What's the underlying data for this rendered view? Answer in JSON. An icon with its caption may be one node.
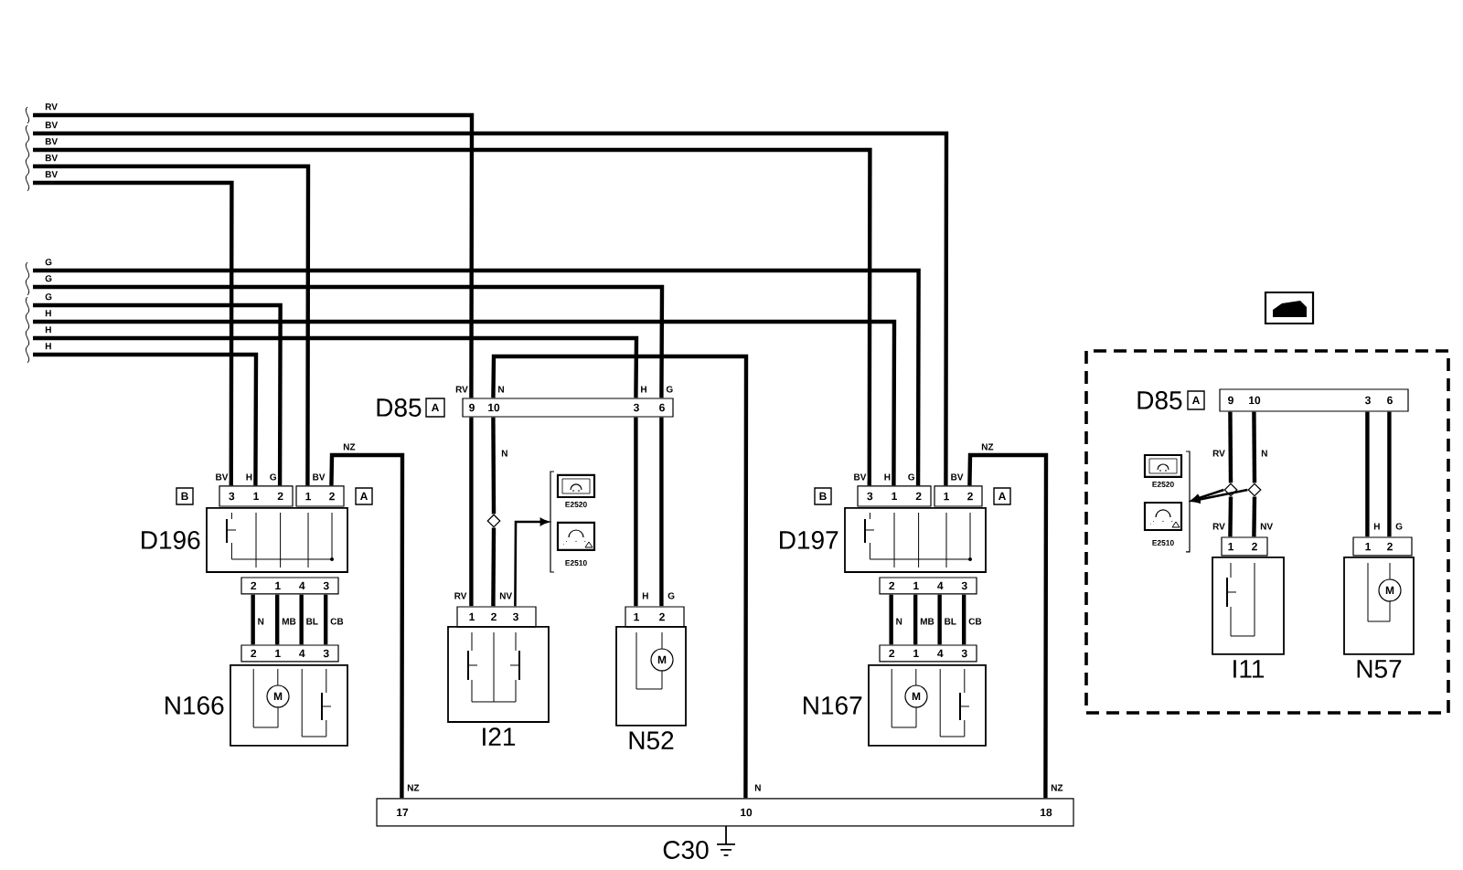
{
  "diagram": {
    "nodes": [
      {
        "text": [
          "B"
        ]
      },
      {
        "text": [
          "3",
          "1",
          "2"
        ]
      },
      {
        "text": [
          "1",
          "2"
        ]
      },
      {
        "text": [
          "A"
        ]
      },
      {
        "text": [
          "D196"
        ]
      },
      {
        "text": [
          "2",
          "1",
          "4",
          "3"
        ]
      },
      {
        "text": [
          "2",
          "1",
          "4",
          "3"
        ]
      },
      {
        "text": [
          "N166"
        ]
      },
      {
        "text": [
          "9",
          "10",
          "3",
          "6"
        ]
      },
      {
        "text": [
          "A"
        ],
        "beside": [
          "D85"
        ]
      },
      {
        "text": [],
        "shape": "diamond"
      },
      {
        "text": [
          "E2520",
          "E2510"
        ]
      },
      {
        "text": [
          "1",
          "2",
          "3"
        ]
      },
      {
        "text": [
          "I21"
        ]
      },
      {
        "text": [
          "1",
          "2"
        ]
      },
      {
        "text": [
          "N52"
        ]
      },
      {
        "text": [
          "B"
        ]
      },
      {
        "text": [
          "3",
          "1",
          "2"
        ]
      },
      {
        "text": [
          "1",
          "2"
        ]
      },
      {
        "text": [
          "A"
        ]
      },
      {
        "text": [
          "D197"
        ]
      },
      {
        "text": [
          "2",
          "1",
          "4",
          "3"
        ]
      },
      {
        "text": [
          "2",
          "1",
          "4",
          "3"
        ]
      },
      {
        "text": [
          "N167"
        ]
      },
      {
        "text": [
          "17",
          "10",
          "18"
        ],
        "beside": [
          "C30"
        ]
      },
      {
        "text": [],
        "shape": "box"
      },
      {
        "text": [
          "9",
          "10",
          "3",
          "6"
        ],
        "in": 25
      },
      {
        "text": [
          "A"
        ],
        "beside": [
          "D85"
        ],
        "in": 25
      },
      {
        "text": [
          "E2520",
          "E2510"
        ],
        "in": 25
      },
      {
        "text": [],
        "shape": "diamond",
        "in": 25
      },
      {
        "text": [],
        "shape": "diamond",
        "in": 25
      },
      {
        "text": [
          "1",
          "2"
        ],
        "in": 25
      },
      {
        "text": [
          "I11"
        ],
        "in": 25
      },
      {
        "text": [
          "1",
          "2"
        ],
        "in": 25
      },
      {
        "text": [
          "N57"
        ],
        "in": 25
      }
    ],
    "edges": [
      {
        "from": null,
        "to": 8,
        "arrow": "none",
        "label": "RV"
      },
      {
        "from": null,
        "to": 18,
        "arrow": "none",
        "label": "BV"
      },
      {
        "from": null,
        "to": 17,
        "arrow": "none",
        "label": "BV"
      },
      {
        "from": null,
        "to": 2,
        "arrow": "none",
        "label": "BV"
      },
      {
        "from": null,
        "to": 1,
        "arrow": "none",
        "label": "BV"
      },
      {
        "from": null,
        "to": 17,
        "arrow": "none",
        "label": "G"
      },
      {
        "from": null,
        "to": 8,
        "arrow": "none",
        "label": "G"
      },
      {
        "from": null,
        "to": 1,
        "arrow": "none",
        "label": "G"
      },
      {
        "from": null,
        "to": 17,
        "arrow": "none",
        "label": "H"
      },
      {
        "from": null,
        "to": 8,
        "arrow": "none",
        "label": "H"
      },
      {
        "from": null,
        "to": 1,
        "arrow": "none",
        "label": "H"
      },
      {
        "from": 2,
        "to": 24,
        "arrow": "none",
        "label": "NZ"
      },
      {
        "from": 8,
        "to": 24,
        "arrow": "none",
        "label": "N"
      },
      {
        "from": 18,
        "to": 24,
        "arrow": "none",
        "label": "NZ"
      },
      {
        "from": 8,
        "to": 12,
        "arrow": "none",
        "label": "RV"
      },
      {
        "from": 8,
        "to": 10,
        "arrow": "none",
        "label": "N"
      },
      {
        "from": 10,
        "to": 12,
        "arrow": "none",
        "label": "NV"
      },
      {
        "from": 8,
        "to": 14,
        "arrow": "none",
        "label": "H"
      },
      {
        "from": 8,
        "to": 14,
        "arrow": "none",
        "label": "G"
      },
      {
        "from": 12,
        "to": 11,
        "arrow": "to"
      },
      {
        "from": 5,
        "to": 6,
        "arrow": "none",
        "label": "N"
      },
      {
        "from": 5,
        "to": 6,
        "arrow": "none",
        "label": "MB"
      },
      {
        "from": 5,
        "to": 6,
        "arrow": "none",
        "label": "BL"
      },
      {
        "from": 5,
        "to": 6,
        "arrow": "none",
        "label": "CB"
      },
      {
        "from": 21,
        "to": 22,
        "arrow": "none",
        "label": "N"
      },
      {
        "from": 21,
        "to": 22,
        "arrow": "none",
        "label": "MB"
      },
      {
        "from": 21,
        "to": 22,
        "arrow": "none",
        "label": "BL"
      },
      {
        "from": 21,
        "to": 22,
        "arrow": "none",
        "label": "CB"
      },
      {
        "from": 26,
        "to": 29,
        "arrow": "none",
        "label": "RV"
      },
      {
        "from": 29,
        "to": 31,
        "arrow": "none",
        "label": "RV"
      },
      {
        "from": 26,
        "to": 30,
        "arrow": "none",
        "label": "N"
      },
      {
        "from": 30,
        "to": 31,
        "arrow": "none",
        "label": "NV"
      },
      {
        "from": 26,
        "to": 33,
        "arrow": "none",
        "label": "H"
      },
      {
        "from": 26,
        "to": 33,
        "arrow": "none",
        "label": "G"
      },
      {
        "from": 29,
        "to": 28,
        "arrow": "to"
      },
      {
        "from": 30,
        "to": 28,
        "arrow": "to"
      }
    ],
    "labels": [
      "BV",
      "H",
      "G",
      "BV",
      "RV",
      "N",
      "H",
      "G",
      "BV",
      "H",
      "G",
      "BV",
      "M",
      "M",
      "M",
      "M",
      "NZ",
      "NZ"
    ]
  }
}
